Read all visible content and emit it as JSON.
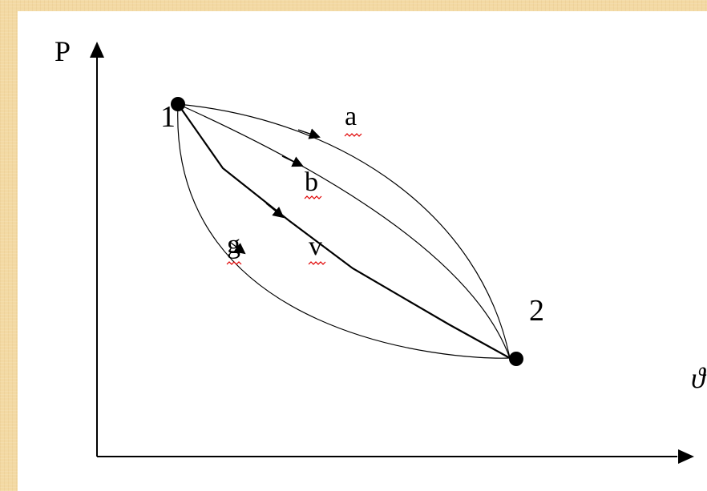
{
  "diagram": {
    "axis_y_label": "P",
    "axis_x_label": "ϑ",
    "point_1_label": "1",
    "point_2_label": "2",
    "path_a_label": "a",
    "path_b_label": "b",
    "path_v_label": "v",
    "path_g_label": "g"
  },
  "colors": {
    "background": "#f3d9a3",
    "panel": "#ffffff",
    "ink": "#000000",
    "spellcheck_underline": "#e00000"
  }
}
